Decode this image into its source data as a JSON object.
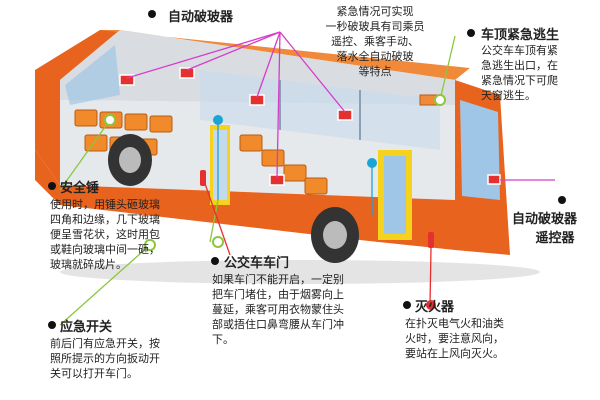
{
  "labels": {
    "auto_breaker_top": {
      "title": "自动破玻器"
    },
    "emergency_center": {
      "lines": [
        "紧急情况可实现",
        "一秒破玻具有司乘员",
        "遥控、乘客手动、",
        "落水全自动破玻",
        "等特点"
      ]
    },
    "roof_escape": {
      "title": "车顶紧急逃生",
      "lines": [
        "公交车车顶有紧",
        "急逃生出口，在",
        "紧急情况下可爬",
        "天窗逃生。"
      ]
    },
    "safety_hammer": {
      "title": "安全锤",
      "lines": [
        "使用时，用锤头砸玻璃",
        "四角和边缘，几下玻璃",
        "便呈雪花状，这时用包",
        "或鞋向玻璃中间一砸，",
        "玻璃就碎成片。"
      ]
    },
    "remote_breaker": {
      "title": "自动破玻器",
      "lines": [
        "遥控器"
      ]
    },
    "bus_door": {
      "title": "公交车车门",
      "lines": [
        "如果车门不能开启，一定别",
        "把车门堵住，由于烟雾向上",
        "蔓延，乘客可用衣物蒙住头",
        "部或捂住口鼻弯腰从车门冲",
        "下。"
      ]
    },
    "emergency_switch": {
      "title": "应急开关",
      "lines": [
        "前后门有应急开关，按",
        "照所提示的方向扳动开",
        "关可以打开车门。"
      ]
    },
    "extinguisher": {
      "title": "灭火器",
      "lines": [
        "在扑灭电气火和油类",
        "火时，要注意风向，",
        "要站在上风向灭火。"
      ]
    }
  },
  "colors": {
    "bus_orange": "#e8641e",
    "accent_magenta": "#d63cc8",
    "accent_green": "#8cc63e",
    "accent_cyan": "#1aa5d6",
    "accent_red": "#e53030",
    "seat": "#f08a2a",
    "window_yellow": "#f5d21e",
    "glass": "#9fc6e6",
    "interior": "#d9dde2"
  }
}
